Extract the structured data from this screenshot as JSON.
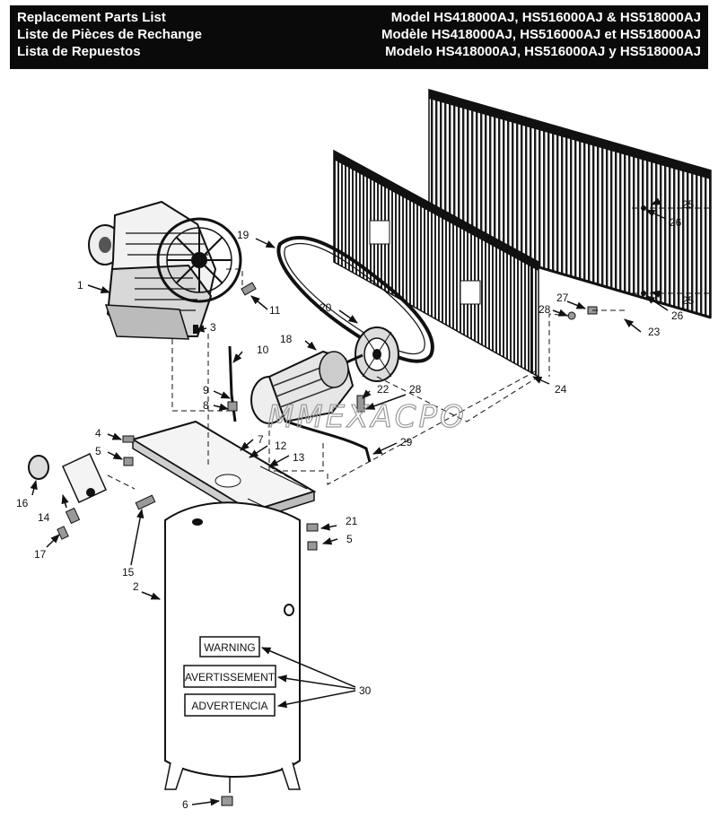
{
  "header": {
    "left_lines": [
      "Replacement Parts List",
      "Liste de Pièces de Rechange",
      "Lista de Repuestos"
    ],
    "right_lines": [
      "Model HS418000AJ, HS516000AJ & HS518000AJ",
      "Modèle HS418000AJ, HS516000AJ et HS518000AJ",
      "Modelo HS418000AJ, HS516000AJ y HS518000AJ"
    ]
  },
  "callouts": {
    "c1": "1",
    "c2": "2",
    "c3": "3",
    "c4": "4",
    "c5a": "5",
    "c5b": "5",
    "c6": "6",
    "c7": "7",
    "c8": "8",
    "c9": "9",
    "c10": "10",
    "c11": "11",
    "c12": "12",
    "c13": "13",
    "c14": "14",
    "c15": "15",
    "c16": "16",
    "c17": "17",
    "c18": "18",
    "c19": "19",
    "c20": "20",
    "c21": "21",
    "c22": "22",
    "c23": "23",
    "c24": "24",
    "c25a": "25",
    "c25b": "25",
    "c26a": "26",
    "c26b": "26",
    "c27": "27",
    "c28a": "28",
    "c28b": "28",
    "c29": "29",
    "c30": "30"
  },
  "warning_labels": [
    "WARNING",
    "AVERTISSEMENT",
    "ADVERTENCIA"
  ],
  "watermark": "MMEXACPO"
}
